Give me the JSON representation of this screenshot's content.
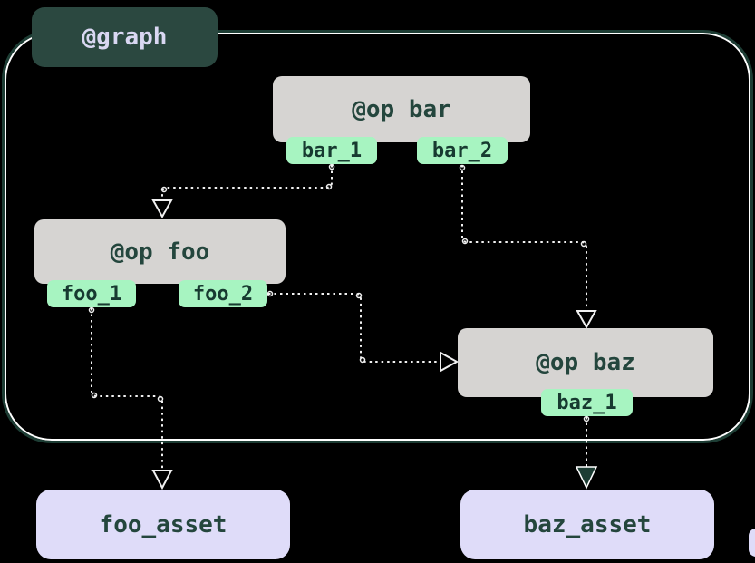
{
  "colors": {
    "canvas_bg": "#000000",
    "border_color": "#1d3d34",
    "inner_line": "#ffffff",
    "badge_bg": "#2b4840",
    "badge_text": "#d9d7f2",
    "node_bg": "#d6d4d2",
    "node_text": "#24463d",
    "tag_bg": "#a7f4c1",
    "tag_text": "#173a30",
    "asset_bg": "#dfdcf9",
    "line_color": "#f0f0f0"
  },
  "diagram": {
    "graph_label": "@graph",
    "ops": [
      {
        "id": "bar",
        "label": "@op bar",
        "outputs": [
          "bar_1",
          "bar_2"
        ]
      },
      {
        "id": "foo",
        "label": "@op foo",
        "outputs": [
          "foo_1",
          "foo_2"
        ]
      },
      {
        "id": "baz",
        "label": "@op baz",
        "outputs": [
          "baz_1"
        ]
      }
    ],
    "assets": [
      {
        "id": "foo_asset",
        "label": "foo_asset"
      },
      {
        "id": "baz_asset",
        "label": "baz_asset"
      }
    ],
    "edges": [
      {
        "from": "bar_1",
        "to": "@op foo",
        "arrow": "hollow"
      },
      {
        "from": "bar_2",
        "to": "@op baz",
        "arrow": "hollow"
      },
      {
        "from": "foo_2",
        "to": "@op baz",
        "arrow": "hollow"
      },
      {
        "from": "foo_1",
        "to": "foo_asset",
        "arrow": "hollow"
      },
      {
        "from": "baz_1",
        "to": "baz_asset",
        "arrow": "filled"
      }
    ]
  }
}
